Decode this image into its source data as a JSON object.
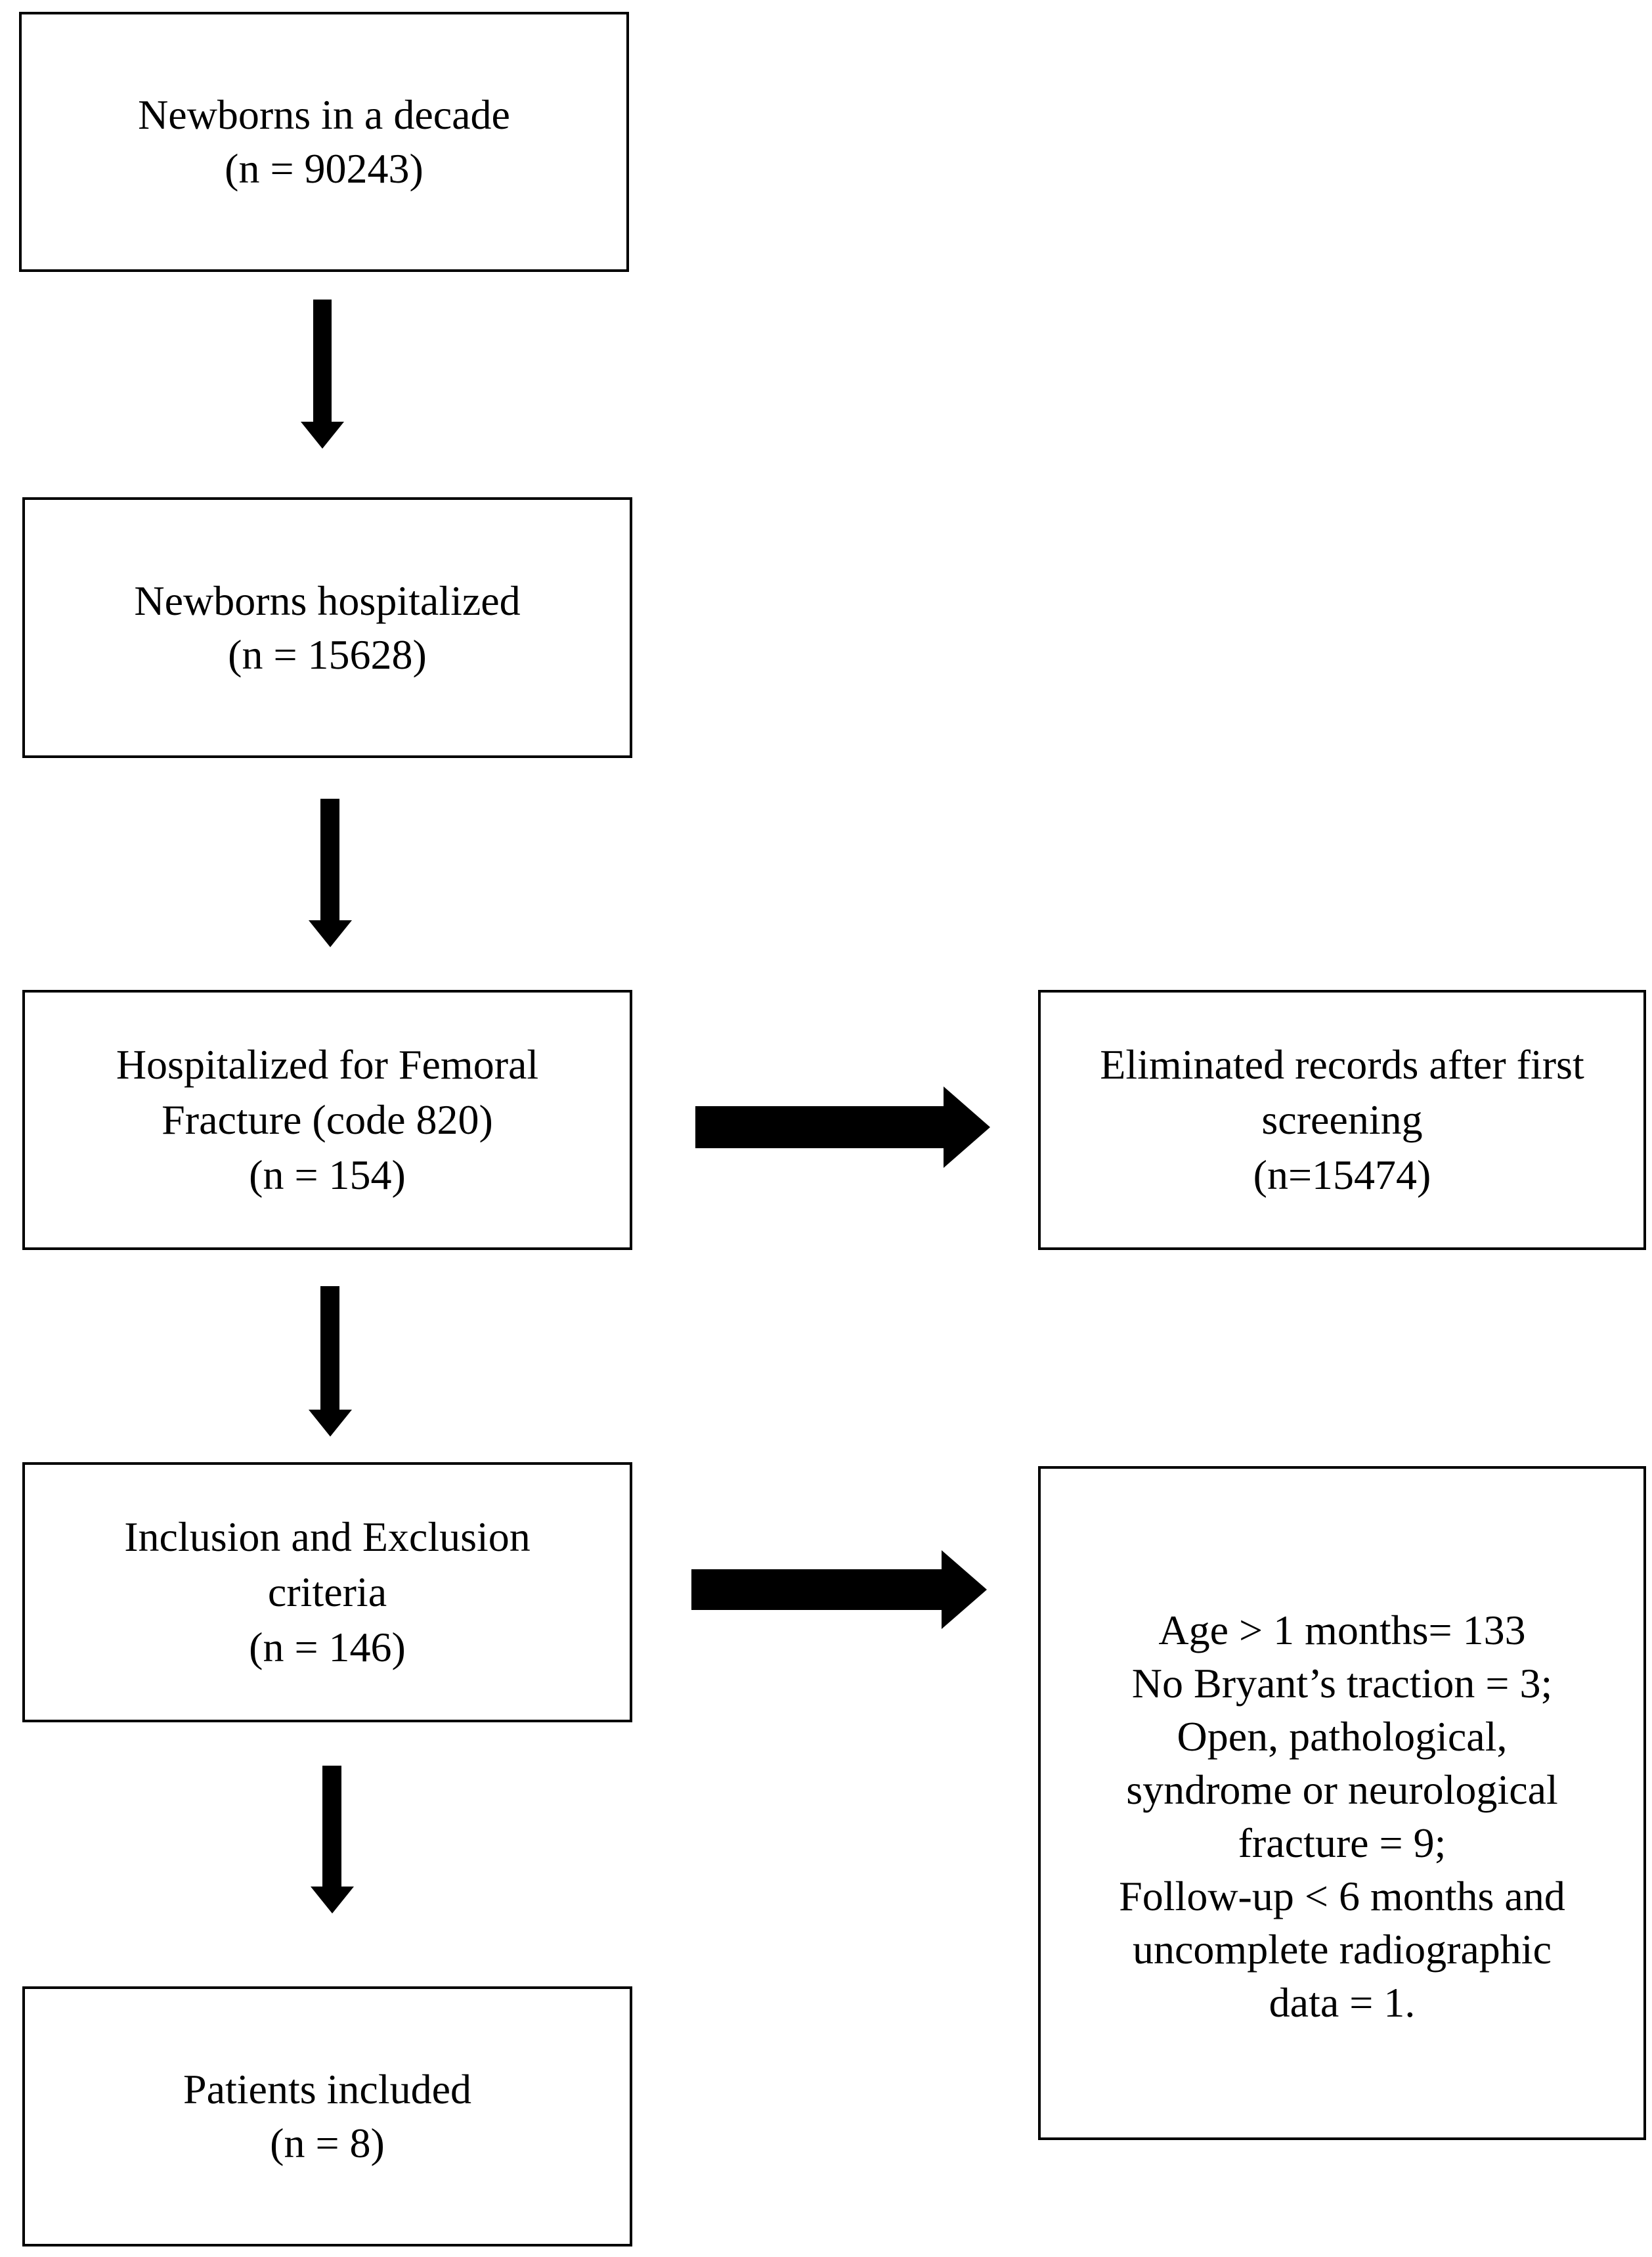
{
  "flowchart": {
    "newborns_decade": {
      "title": "Newborns in a decade",
      "count": "(n = 90243)"
    },
    "newborns_hospitalized": {
      "title": "Newborns hospitalized",
      "count": "(n = 15628)"
    },
    "femoral_fracture": {
      "line1": "Hospitalized for Femoral",
      "line2": "Fracture (code 820)",
      "count": "(n = 154)"
    },
    "inclusion_exclusion": {
      "line1": "Inclusion and Exclusion",
      "line2": "criteria",
      "count": "(n = 146)"
    },
    "patients_included": {
      "title": "Patients included",
      "count": "(n = 8)"
    },
    "eliminated_records": {
      "line1": "Eliminated records after first",
      "line2": "screening",
      "count": "(n=15474)"
    },
    "exclusion_reasons": {
      "lines": [
        "Age > 1 months= 133",
        "No Bryant’s traction = 3;",
        "Open, pathological,",
        "syndrome or neurological",
        "fracture = 9;",
        "Follow-up < 6 months and",
        "uncomplete radiographic",
        "data = 1."
      ]
    }
  }
}
